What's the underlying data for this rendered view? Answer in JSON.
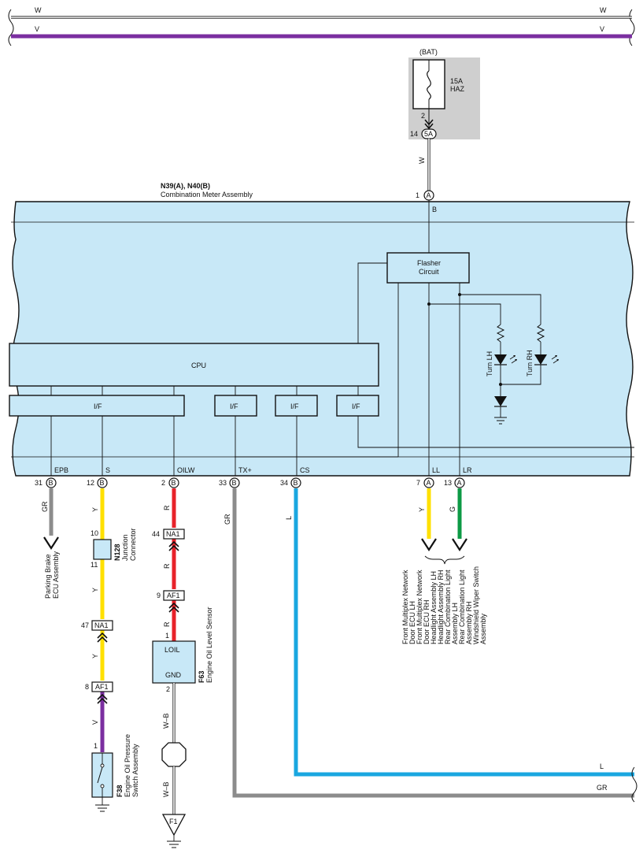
{
  "colors": {
    "white_wire": "#e6e6e6",
    "violet": "#7b2fa0",
    "red": "#e8222a",
    "yellow": "#ffe000",
    "gray": "#8c8c8c",
    "blue": "#1aa7e0",
    "green": "#0d9a45",
    "meter_fill": "#c8e8f7",
    "fuse_box": "#cfcfcf"
  },
  "top": {
    "w_left": "W",
    "w_right": "W",
    "v_left": "V",
    "v_right": "V"
  },
  "fuse": {
    "source": "(BAT)",
    "rating": "15A",
    "name": "HAZ",
    "pin_top": "2",
    "conn_pin": "14",
    "conn": "5A",
    "wire": "W"
  },
  "meter": {
    "ids": "N39(A), N40(B)",
    "name": "Combination Meter Assembly",
    "in_pin": "1",
    "in_conn": "A",
    "in_wire": "B",
    "flasher_line1": "Flasher",
    "flasher_line2": "Circuit",
    "cpu": "CPU",
    "if_label": "I/F",
    "turn_lh": "Turn LH",
    "turn_rh": "Turn RH"
  },
  "terminals": [
    {
      "name": "EPB",
      "pin": "31",
      "conn": "B",
      "wire": "GR"
    },
    {
      "name": "S",
      "pin": "12",
      "conn": "B",
      "wire": "Y"
    },
    {
      "name": "OILW",
      "pin": "2",
      "conn": "B",
      "wire": "R"
    },
    {
      "name": "TX+",
      "pin": "33",
      "conn": "B",
      "wire": "GR"
    },
    {
      "name": "CS",
      "pin": "34",
      "conn": "B",
      "wire": "L"
    },
    {
      "name": "LL",
      "pin": "7",
      "conn": "A",
      "wire": "Y"
    },
    {
      "name": "LR",
      "pin": "13",
      "conn": "A",
      "wire": "G"
    }
  ],
  "parking": {
    "line1": "Parking Brake",
    "line2": "ECU Assembly"
  },
  "junction": {
    "id": "N128",
    "line1": "Junction",
    "line2": "Connector",
    "pin_in": "10",
    "pin_out": "11",
    "wire_out": "Y"
  },
  "s_chain": [
    {
      "pin": "47",
      "conn": "NA1",
      "wire_after": "Y"
    },
    {
      "pin": "8",
      "conn": "AF1",
      "wire_after": "V"
    }
  ],
  "oil_switch": {
    "pin": "1",
    "id": "F38",
    "line1": "Engine Oil Pressure",
    "line2": "Switch Assembly"
  },
  "r_chain": [
    {
      "pin": "44",
      "conn": "NA1",
      "wire_after": "R"
    },
    {
      "pin": "9",
      "conn": "AF1",
      "wire_after": "R"
    }
  ],
  "oil_sensor": {
    "pin_top": "1",
    "t1": "LOIL",
    "t2": "GND",
    "pin_bot": "2",
    "id": "F63",
    "name": "Engine Oil Level Sensor",
    "wire1": "W–B",
    "wire2": "W–B",
    "ground_conn": "F1"
  },
  "bottom": {
    "l_label": "L",
    "gr_label": "GR"
  },
  "destinations": [
    "Front Multiplex Network",
    "Door ECU LH",
    "Front Multiplex Network",
    "Door ECU RH",
    "Headlight Assembly LH",
    "Headlight Assembly RH",
    "Rear Combination Light",
    "Assembly LH",
    "Rear Combination Light",
    "Assembly RH",
    "Windshield Wiper Switch",
    "Assembly"
  ]
}
